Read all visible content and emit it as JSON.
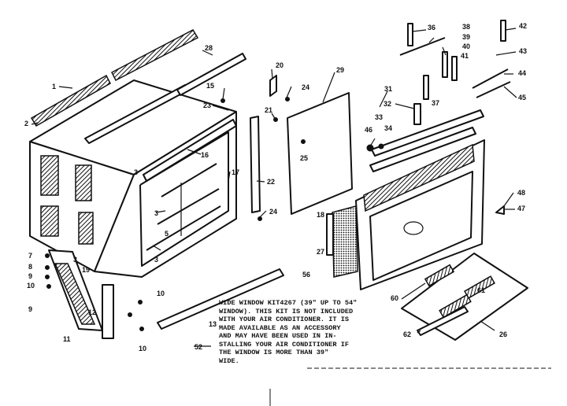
{
  "part_numbers": {
    "p1": "1",
    "p2": "2",
    "p3a": "3",
    "p3b": "3",
    "p3c": "3",
    "p3d": "3",
    "p5": "5",
    "p7": "7",
    "p8": "8",
    "p9a": "9",
    "p9b": "9",
    "p10a": "10",
    "p10b": "10",
    "p10c": "10",
    "p11": "11",
    "p12": "12",
    "p13": "13",
    "p15": "15",
    "p16": "16",
    "p17": "17",
    "p18": "18",
    "p19": "19",
    "p20": "20",
    "p21": "21",
    "p22": "22",
    "p23": "23",
    "p24a": "24",
    "p24b": "24",
    "p25": "25",
    "p26": "26",
    "p27": "27",
    "p28": "28",
    "p29": "29",
    "p31": "31",
    "p32": "32",
    "p33": "33",
    "p34": "34",
    "p36": "36",
    "p37": "37",
    "p38": "38",
    "p39": "39",
    "p40": "40",
    "p41": "41",
    "p42": "42",
    "p43": "43",
    "p44": "44",
    "p45": "45",
    "p46": "46",
    "p47": "47",
    "p48": "48",
    "p52": "52",
    "p56": "56",
    "p60": "60",
    "p61": "61",
    "p62": "62"
  },
  "note": {
    "lines": [
      "WIDE WINDOW KIT4267 (39\" UP TO 54\"",
      "WINDOW). THIS KIT IS NOT INCLUDED",
      "WITH YOUR AIR CONDITIONER. IT IS",
      "MADE AVAILABLE AS AN ACCESSORY",
      "AND MAY HAVE BEEN USED IN IN-",
      "STALLING YOUR AIR CONDITIONER IF",
      "THE WINDOW IS MORE THAN 39\"",
      "WIDE."
    ]
  }
}
